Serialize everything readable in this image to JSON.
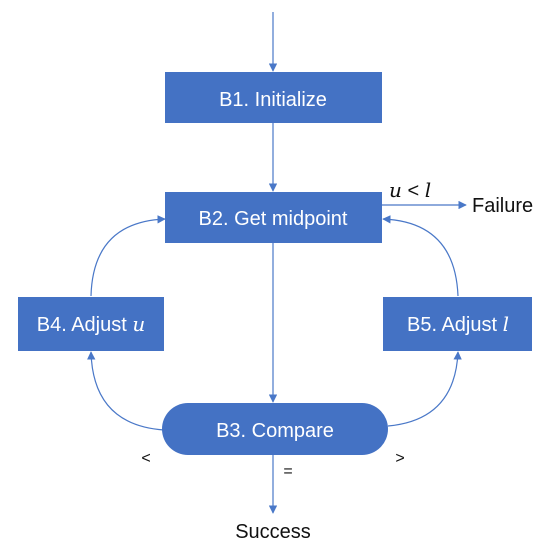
{
  "colors": {
    "box_fill": "#4472c4",
    "edge": "#4a78c8",
    "box_text": "#ffffff",
    "label_text": "#111111"
  },
  "nodes": {
    "b1": {
      "label": "B1. Initialize"
    },
    "b2": {
      "label": "B2. Get midpoint"
    },
    "b3": {
      "label": "B3. Compare"
    },
    "b4": {
      "label_prefix": "B4. Adjust ",
      "label_var": "u"
    },
    "b5": {
      "label_prefix": "B5. Adjust ",
      "label_var": "l"
    }
  },
  "edge_labels": {
    "condition": {
      "left": "u",
      "op": " < ",
      "right": "l"
    },
    "failure": "Failure",
    "success": "Success",
    "less": "<",
    "equal": "=",
    "greater": ">"
  }
}
